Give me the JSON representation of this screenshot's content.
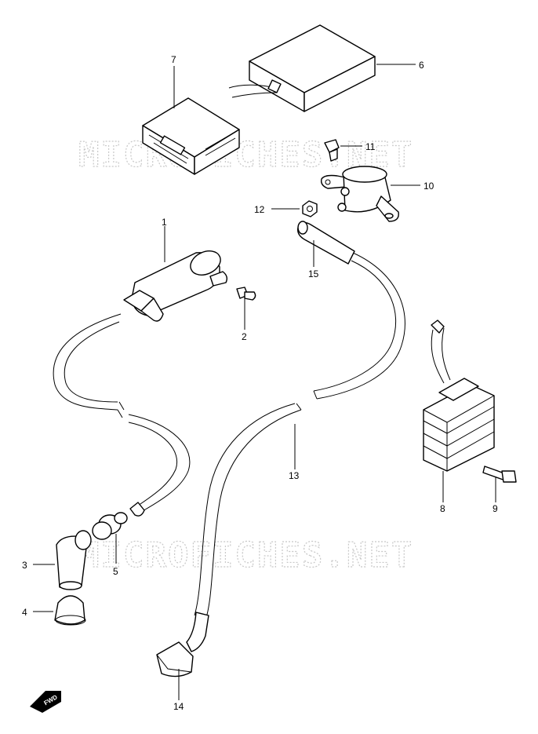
{
  "watermark": {
    "text": "MICROFICHES.NET"
  },
  "callouts": [
    {
      "id": "1",
      "label": "1"
    },
    {
      "id": "2",
      "label": "2"
    },
    {
      "id": "3",
      "label": "3"
    },
    {
      "id": "4",
      "label": "4"
    },
    {
      "id": "5",
      "label": "5"
    },
    {
      "id": "6",
      "label": "6"
    },
    {
      "id": "7",
      "label": "7"
    },
    {
      "id": "8",
      "label": "8"
    },
    {
      "id": "9",
      "label": "9"
    },
    {
      "id": "10",
      "label": "10"
    },
    {
      "id": "11",
      "label": "11"
    },
    {
      "id": "12",
      "label": "12"
    },
    {
      "id": "13",
      "label": "13"
    },
    {
      "id": "14",
      "label": "14"
    },
    {
      "id": "15",
      "label": "15"
    }
  ],
  "fwd_badge": {
    "text": "FWD"
  }
}
